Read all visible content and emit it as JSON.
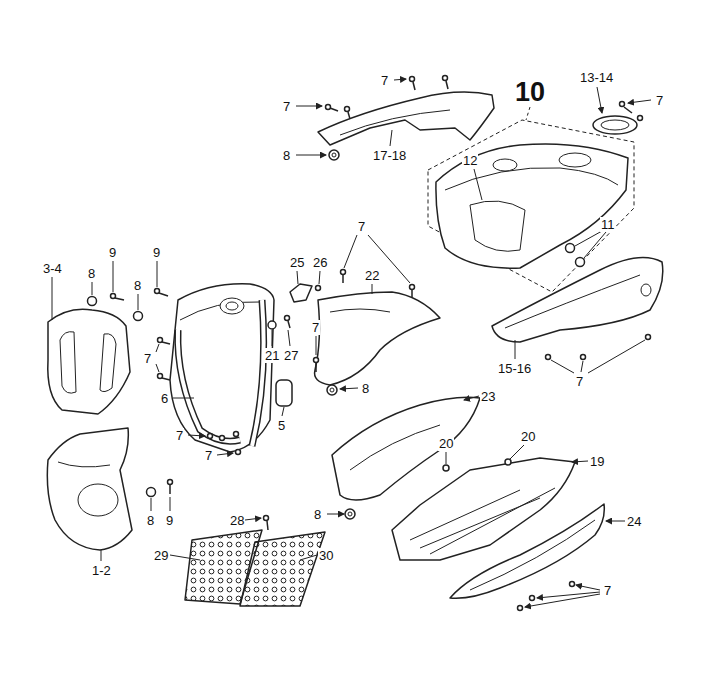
{
  "diagram": {
    "labels": [
      "10",
      "13-14",
      "7",
      "7",
      "7",
      "8",
      "17-18",
      "12",
      "11",
      "3-4",
      "9",
      "9",
      "8",
      "8",
      "25",
      "26",
      "7",
      "22",
      "7",
      "21",
      "27",
      "7",
      "6",
      "8",
      "15-16",
      "7",
      "23",
      "5",
      "7",
      "7",
      "20",
      "20",
      "19",
      "28",
      "8",
      "9",
      "8",
      "24",
      "29",
      "30",
      "1-2",
      "7"
    ]
  }
}
